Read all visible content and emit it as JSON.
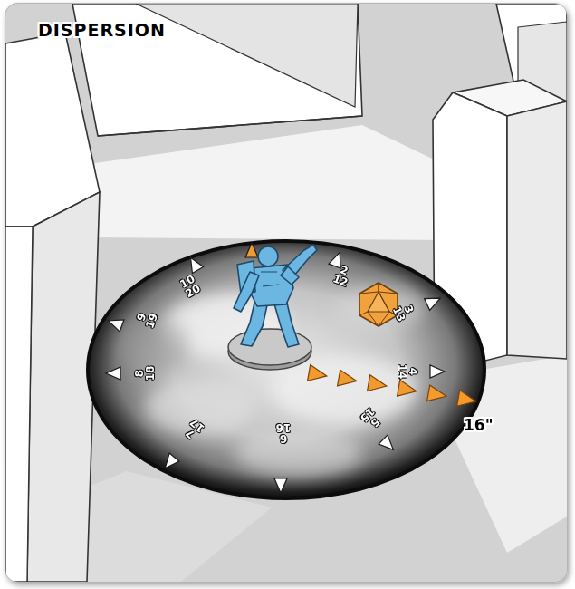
{
  "diagram": {
    "title": "DISPERSION",
    "labels": [
      "10",
      "20",
      "2",
      "12",
      "3",
      "13",
      "4",
      "14",
      "5",
      "15",
      "6",
      "16",
      "7",
      "17",
      "8",
      "18",
      "9",
      "19",
      "16\""
    ]
  }
}
